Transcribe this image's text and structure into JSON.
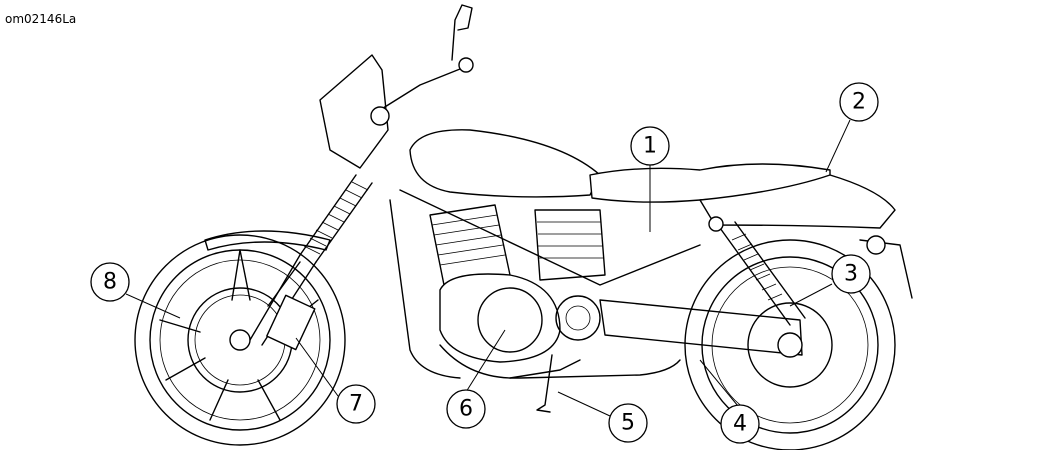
{
  "figure_id": "om02146La",
  "callouts": [
    {
      "number": "1"
    },
    {
      "number": "2"
    },
    {
      "number": "3"
    },
    {
      "number": "4"
    },
    {
      "number": "5"
    },
    {
      "number": "6"
    },
    {
      "number": "7"
    },
    {
      "number": "8"
    }
  ]
}
